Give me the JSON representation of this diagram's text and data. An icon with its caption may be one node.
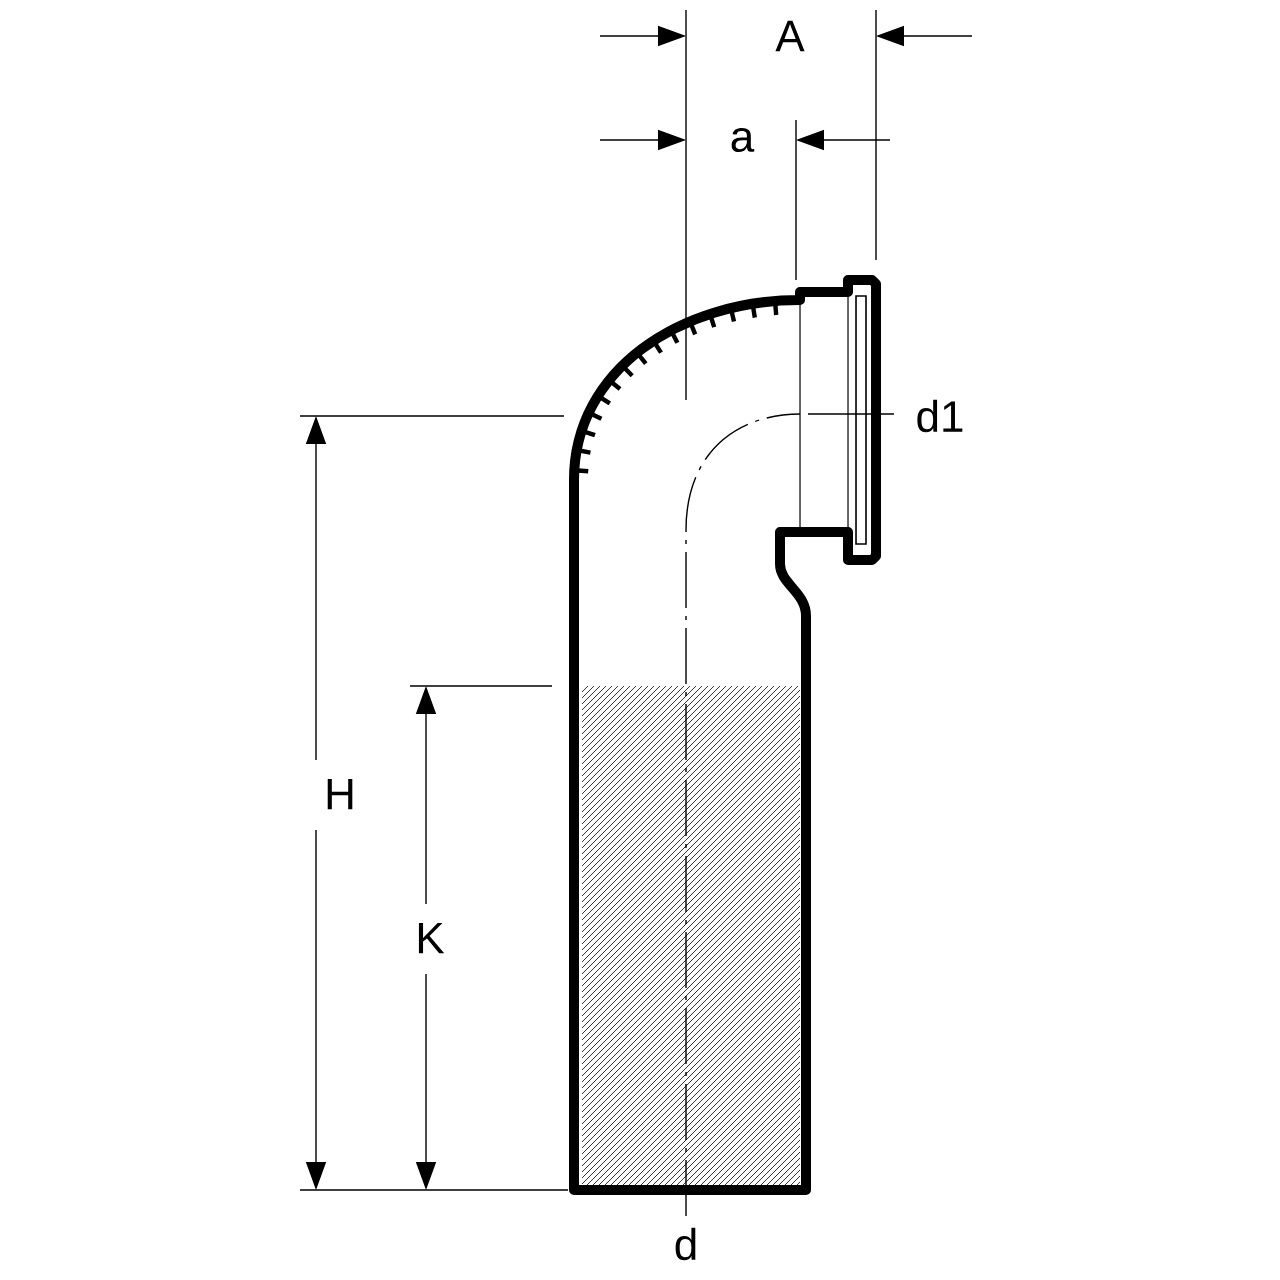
{
  "diagram": {
    "labels": [
      "A",
      "a",
      "d1",
      "H",
      "K",
      "d"
    ]
  }
}
